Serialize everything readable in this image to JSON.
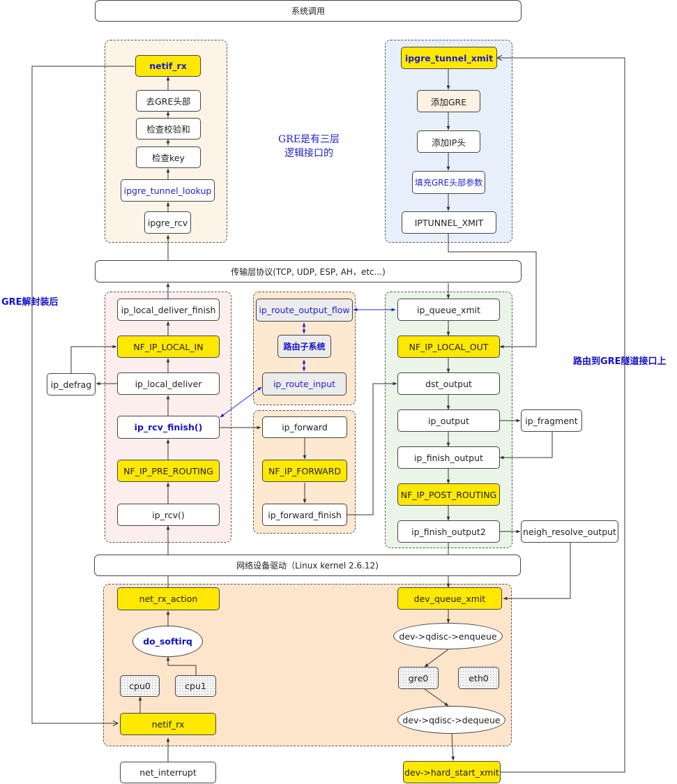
{
  "bars": {
    "syscall": "系统调用",
    "transport": "传输层协议(TCP, UDP, ESP, AH，etc...)",
    "netdev": "网络设备驱动（Linux kernel 2.6.12)"
  },
  "gre_rx": {
    "netif_rx": "netif_rx",
    "strip_header": "去GRE头部",
    "checksum": "检查校验和",
    "check_key": "检查key",
    "lookup": "ipgre_tunnel_lookup",
    "rcv": "ipgre_rcv"
  },
  "gre_tx": {
    "xmit": "ipgre_tunnel_xmit",
    "add_gre": "添加GRE",
    "add_ip": "添加IP头",
    "fill_params": "填充GRE头部参数",
    "iptunnel_xmit": "IPTUNNEL_XMIT"
  },
  "notes": {
    "layer3": "GRE是有三层\n逻辑接口的",
    "decap": "GRE解封装后",
    "route_to_tunnel": "路由到GRE隧道接口上"
  },
  "ip_input": {
    "local_deliver_finish": "ip_local_deliver_finish",
    "local_in": "NF_IP_LOCAL_IN",
    "local_deliver": "ip_local_deliver",
    "rcv_finish": "ip_rcv_finish()",
    "pre_routing": "NF_IP_PRE_ROUTING",
    "rcv": "ip_rcv()",
    "defrag": "ip_defrag"
  },
  "routing": {
    "output_flow": "ip_route_output_flow",
    "subsystem": "路由子系统",
    "route_input": "ip_route_input"
  },
  "forward": {
    "forward": "ip_forward",
    "nf_forward": "NF_IP_FORWARD",
    "forward_finish": "ip_forward_finish"
  },
  "ip_output": {
    "queue_xmit": "ip_queue_xmit",
    "local_out": "NF_IP_LOCAL_OUT",
    "dst_output": "dst_output",
    "output": "ip_output",
    "fragment": "ip_fragment",
    "finish_output": "ip_finish_output",
    "post_routing": "NF_IP_POST_ROUTING",
    "finish_output2": "ip_finish_output2",
    "neigh": "neigh_resolve_output"
  },
  "driver": {
    "rx_action": "net_rx_action",
    "softirq": "do_softirq",
    "cpu0": "cpu0",
    "cpu1": "cpu1",
    "netif_rx": "netif_rx",
    "interrupt": "net_interrupt",
    "dev_queue_xmit": "dev_queue_xmit",
    "enqueue": "dev->qdisc->enqueue",
    "gre0": "gre0",
    "eth0": "eth0",
    "dequeue": "dev->qdisc->dequeue",
    "hard_start_xmit": "dev->hard_start_xmit"
  },
  "colors": {
    "hook_yellow": "#ffe800",
    "gre_rx_bg": "#fdf3e7",
    "gre_tx_bg": "#e7f0fa",
    "ip_input_bg": "#fdeeee",
    "routing_bg": "#fde9cf",
    "ip_output_bg": "#eaf4e8",
    "driver_bg": "#fde5cc",
    "label_blue": "#1212c9"
  }
}
